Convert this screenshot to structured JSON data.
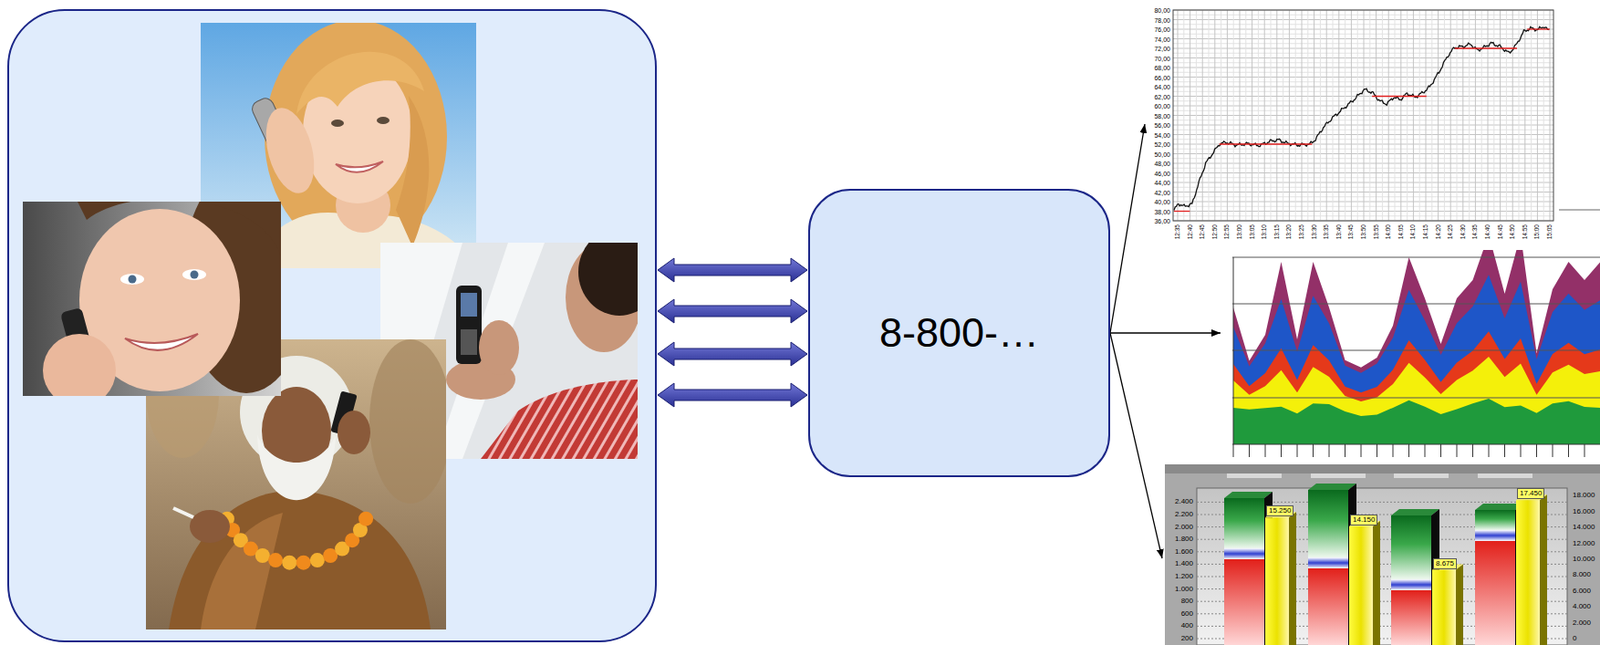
{
  "diagram": {
    "nodes": [
      {
        "text": [
          "8-800-…"
        ]
      }
    ],
    "labels": [
      "80,00",
      "78,00",
      "76,00",
      "74,00",
      "72,00",
      "70,00",
      "68,00",
      "66,00",
      "64,00",
      "62,00",
      "60,00",
      "58,00",
      "56,00",
      "54,00",
      "52,00",
      "50,00",
      "48,00",
      "46,00",
      "44,00",
      "42,00",
      "40,00",
      "38,00",
      "36,00",
      "12:35",
      "12:40",
      "12:45",
      "12:50",
      "12:55",
      "13:00",
      "13:05",
      "13:10",
      "13:15",
      "13:20",
      "13:25",
      "13:30",
      "13:35",
      "13:40",
      "13:45",
      "13:50",
      "13:55",
      "14:00",
      "14:05",
      "14:10",
      "14:15",
      "14:20",
      "14:25",
      "14:30",
      "14:35",
      "14:40",
      "14:45",
      "14:50",
      "14:55",
      "15:00",
      "15:05",
      "2.400",
      "2.200",
      "2.000",
      "1.800",
      "1.600",
      "1.400",
      "1.200",
      "1.000",
      "800",
      "600",
      "400",
      "200",
      "18.000",
      "16.000",
      "14.000",
      "12.000",
      "10.000",
      "8.000",
      "6.000",
      "4.000",
      "2.000",
      "0",
      "15.250",
      "14.150",
      "8.675",
      "17.450"
    ]
  }
}
